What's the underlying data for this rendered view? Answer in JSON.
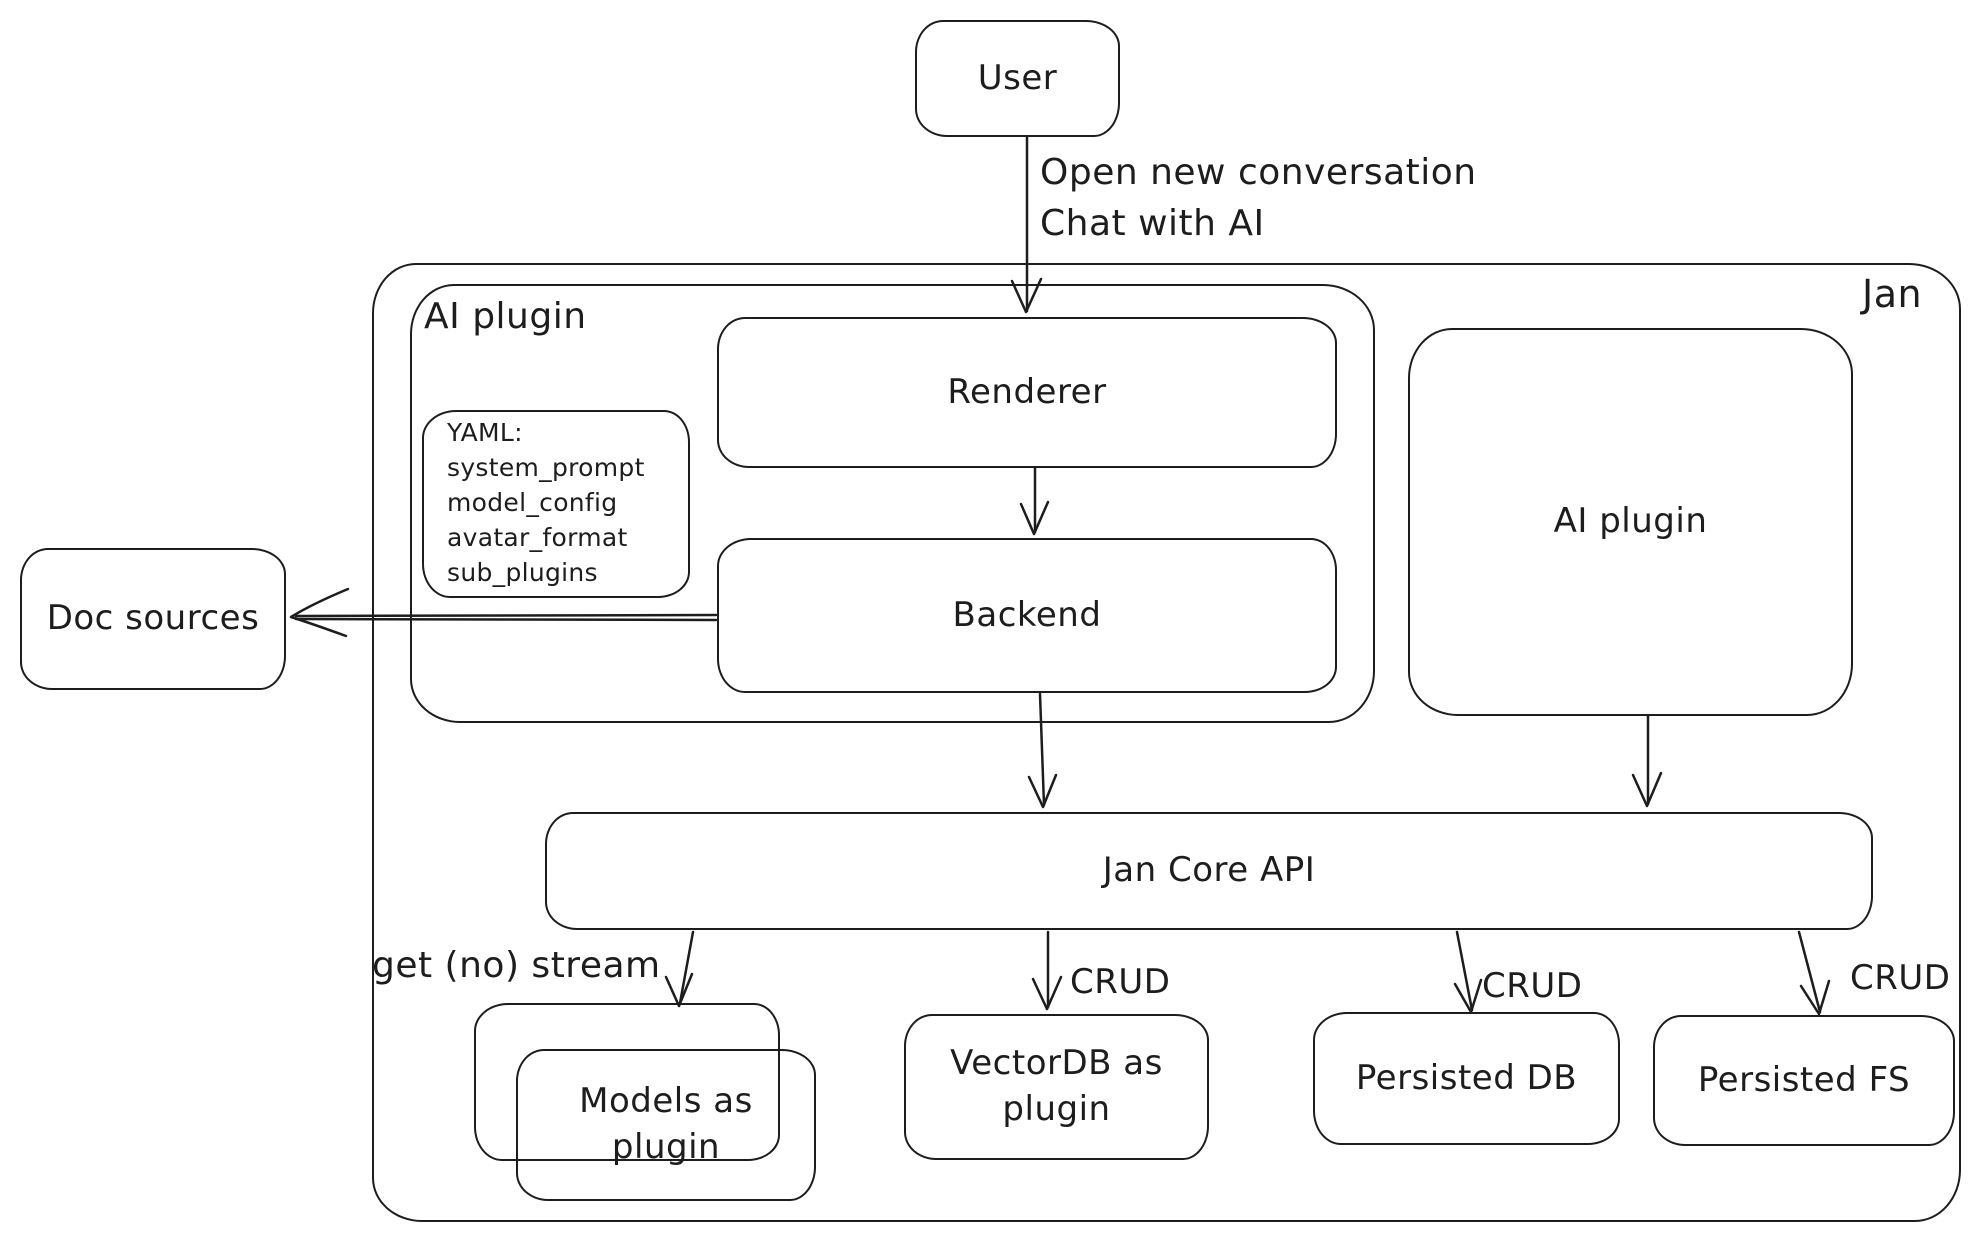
{
  "diagram": {
    "title_label": "Jan",
    "nodes": {
      "user": {
        "label": "User"
      },
      "ai_plugin_left": {
        "label": "AI plugin"
      },
      "renderer": {
        "label": "Renderer"
      },
      "backend": {
        "label": "Backend"
      },
      "yaml_note": {
        "lines": [
          "YAML:",
          "system_prompt",
          "model_config",
          "avatar_format",
          "sub_plugins"
        ]
      },
      "ai_plugin_right": {
        "label": "AI plugin"
      },
      "doc_sources": {
        "label": "Doc sources"
      },
      "jan_core_api": {
        "label": "Jan Core API"
      },
      "models_as_plugin": {
        "label": "Models as plugin"
      },
      "vectordb_as_plugin": {
        "label": "VectorDB as plugin"
      },
      "persisted_db": {
        "label": "Persisted DB"
      },
      "persisted_fs": {
        "label": "Persisted FS"
      }
    },
    "edge_labels": {
      "user_to_renderer_line1": "Open new conversation",
      "user_to_renderer_line2": "Chat with AI",
      "core_to_models": "get (no) stream",
      "core_to_vectordb": "CRUD",
      "core_to_persisted_db": "CRUD",
      "core_to_persisted_fs": "CRUD"
    },
    "colors": {
      "stroke": "#1d1d1d",
      "background": "#ffffff"
    }
  }
}
